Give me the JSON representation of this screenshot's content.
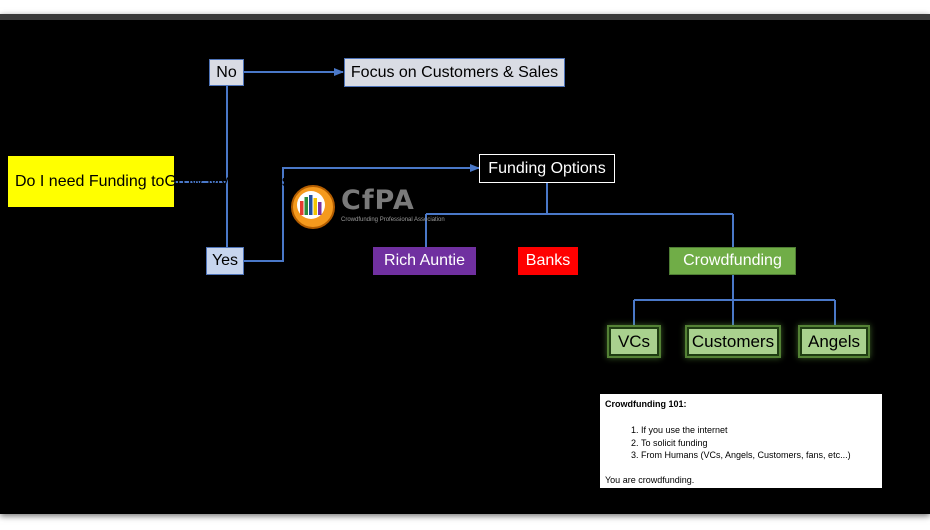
{
  "nodes": {
    "question": {
      "line1": "Do I need Funding to",
      "line2": "Grow My Business?"
    },
    "no": "No",
    "yes": "Yes",
    "focus": "Focus on Customers & Sales",
    "funding_options": "Funding Options",
    "rich_auntie": "Rich Auntie",
    "banks": "Banks",
    "crowdfunding": "Crowdfunding",
    "vcs": "VCs",
    "customers": "Customers",
    "angels": "Angels"
  },
  "logo": {
    "text": "CfPA",
    "subtitle": "Crowdfunding Professional Association",
    "bar_colors": [
      "#e53a2f",
      "#2e8b3a",
      "#1f4fa0",
      "#f2c500",
      "#7b2fa0"
    ]
  },
  "info": {
    "title": "Crowdfunding 101:",
    "items": [
      "If you use the internet",
      "To solicit funding",
      "From Humans (VCs, Angels, Customers, fans, etc...)"
    ],
    "footer": "You are crowdfunding."
  },
  "colors": {
    "connector": "#4a78c8",
    "question_fill": "#ffff00",
    "rich_auntie_fill": "#7030a0",
    "banks_fill": "#ff0000",
    "crowdfunding_fill": "#70ad47",
    "leaf_fill": "#a9d18e"
  }
}
